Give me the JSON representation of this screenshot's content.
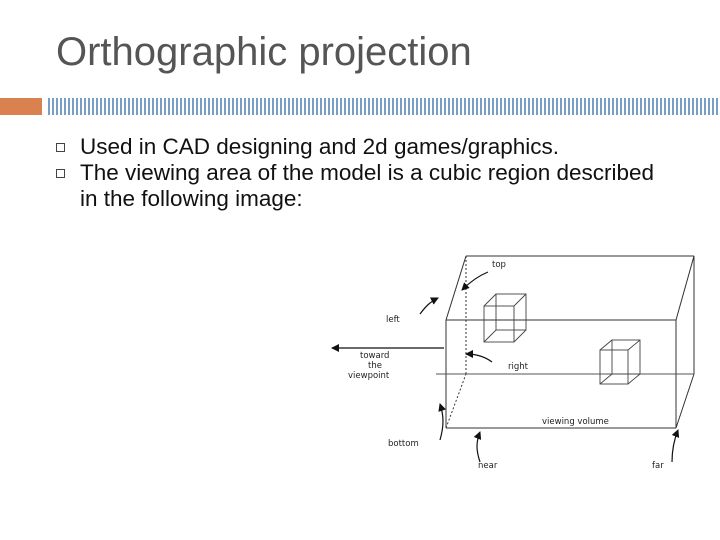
{
  "slide": {
    "title": "Orthographic projection",
    "bullets": [
      "Used in CAD designing and 2d games/graphics.",
      "The viewing area of the model is a cubic region described in the following image:"
    ]
  },
  "diagram": {
    "labels": {
      "top": "top",
      "left": "left",
      "right": "right",
      "toward": "toward",
      "the": "the",
      "viewpoint": "viewpoint",
      "bottom": "bottom",
      "viewing_volume": "viewing volume",
      "near": "near",
      "far": "far"
    }
  },
  "colors": {
    "title": "#555555",
    "accent_band": "#d9814f",
    "stripe_band": "#7b9ec5"
  }
}
